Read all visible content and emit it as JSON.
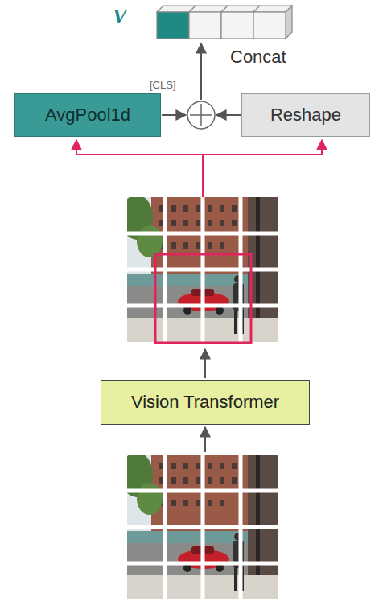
{
  "diagram": {
    "nodes": [
      {
        "text": [
          "AvgPool1d"
        ]
      },
      {
        "text": [
          "Reshape"
        ]
      },
      {
        "text": [
          "Vision Transformer"
        ]
      }
    ],
    "labels": [
      "V",
      "Concat",
      "[CLS]"
    ]
  }
}
